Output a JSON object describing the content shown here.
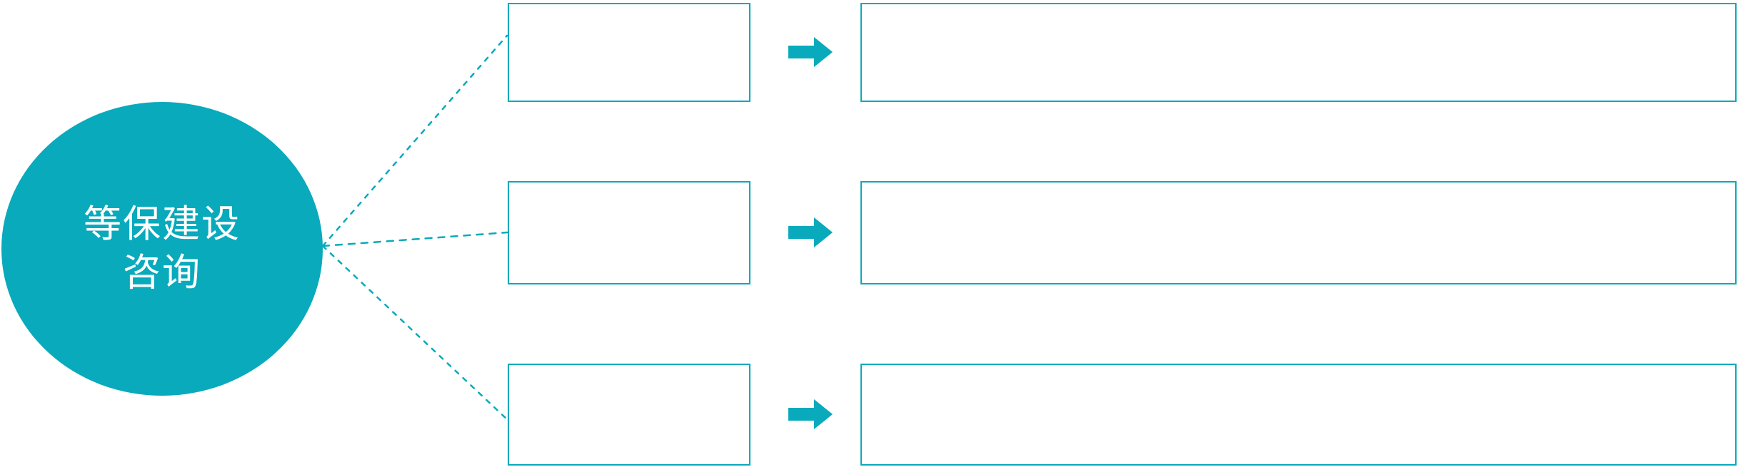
{
  "theme": {
    "accent_color": "#08aabc",
    "background_color": "#ffffff",
    "hub_text_color": "#ffffff"
  },
  "hub": {
    "label": "等保建设\n咨询",
    "line1": "等保建设",
    "line2": "咨询",
    "shape": "circle"
  },
  "connectors": {
    "style": "dotted",
    "color": "#08aabc",
    "origin_label": "等保建设咨询",
    "count": 3
  },
  "rows": [
    {
      "category": "",
      "arrow_icon": "arrow-right-icon",
      "detail": ""
    },
    {
      "category": "",
      "arrow_icon": "arrow-right-icon",
      "detail": ""
    },
    {
      "category": "",
      "arrow_icon": "arrow-right-icon",
      "detail": ""
    }
  ]
}
